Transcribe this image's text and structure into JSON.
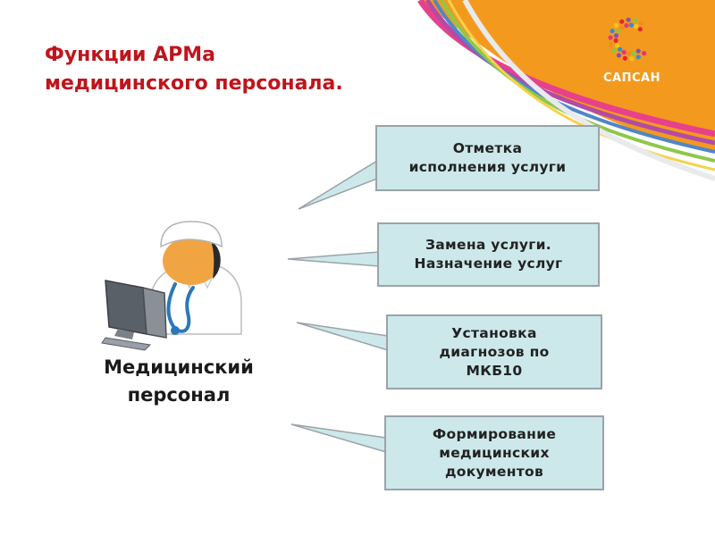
{
  "title": {
    "line1": "Функции АРМа",
    "line2": "медицинского персонала."
  },
  "logo": {
    "text": "САПСАН"
  },
  "role": {
    "line1": "Медицинский",
    "line2": "персонал"
  },
  "functions": [
    {
      "line1": "Отметка",
      "line2": "исполнения услуги"
    },
    {
      "line1": "Замена услуги.",
      "line2": "Назначение услуг"
    },
    {
      "line1": "Установка",
      "line2": "диагнозов по",
      "line3": "МКБ10"
    },
    {
      "line1": "Формирование",
      "line2": "медицинских",
      "line3": "документов"
    }
  ],
  "colors": {
    "title": "#c0141c",
    "callout_fill": "#cde8ea",
    "callout_border": "#9aa3a8",
    "banner_orange": "#f39a1e"
  }
}
